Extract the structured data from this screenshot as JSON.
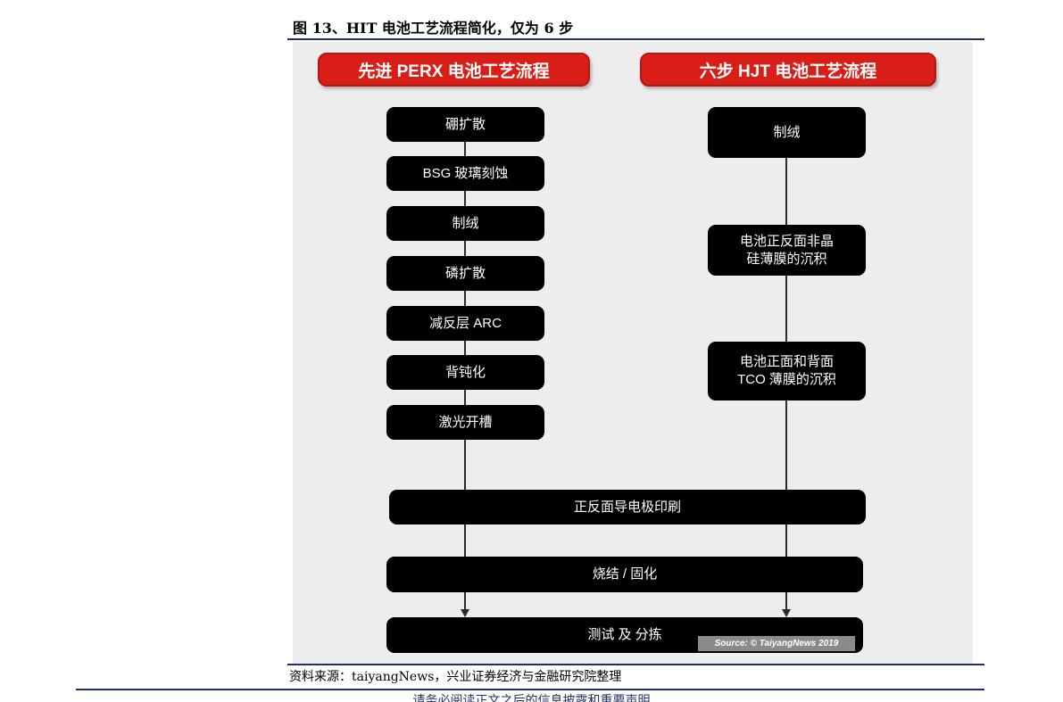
{
  "caption": "图 13、HIT 电池工艺流程简化，仅为 6 步",
  "perx": {
    "title": "先进 PERX 电池工艺流程",
    "steps": [
      "硼扩散",
      "BSG 玻璃刻蚀",
      "制绒",
      "磷扩散",
      "减反层 ARC",
      "背钝化",
      "激光开槽"
    ]
  },
  "hjt": {
    "title": "六步 HJT 电池工艺流程",
    "steps": [
      "制绒",
      "电池正反面非晶\n硅薄膜的沉积",
      "电池正面和背面\nTCO 薄膜的沉积"
    ]
  },
  "shared_steps": [
    "正反面导电极印刷",
    "烧结 / 固化",
    "测试 及 分拣"
  ],
  "figure_source_tag": "Source: © TaiyangNews 2019",
  "source_note": "资料来源：taiyangNews，兴业证券经济与金融研究院整理",
  "footer_note": "请务必阅读正文之后的信息披露和重要声明"
}
